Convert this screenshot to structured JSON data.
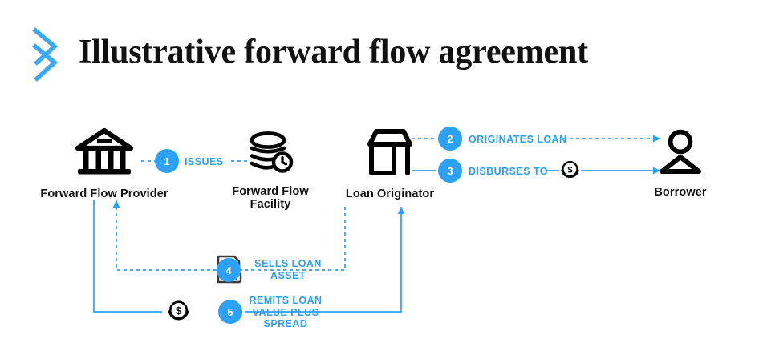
{
  "header": {
    "logo_icon": "double-chevron-logo",
    "title": "Illustrative forward flow agreement"
  },
  "diagram": {
    "type": "process-flow",
    "accent_color": "#2BA1F7",
    "text_color": "#111111",
    "icon_color": "#000000",
    "nodes": [
      {
        "id": "forward-flow-provider",
        "label": "Forward Flow Provider",
        "icon": "bank-icon"
      },
      {
        "id": "forward-flow-facility",
        "label": "Forward Flow\nFacility",
        "icon": "coin-stack-clock-icon"
      },
      {
        "id": "loan-originator",
        "label": "Loan Originator",
        "icon": "storefront-icon"
      },
      {
        "id": "borrower",
        "label": "Borrower",
        "icon": "person-icon"
      }
    ],
    "steps": [
      {
        "number": "1",
        "label": "ISSUES",
        "from": "forward-flow-provider",
        "to": "forward-flow-facility",
        "line": "dashed",
        "icon": null
      },
      {
        "number": "2",
        "label": "ORIGINATES LOAN",
        "from": "loan-originator",
        "to": "borrower",
        "line": "dashed",
        "icon": null
      },
      {
        "number": "3",
        "label": "DISBURSES TO",
        "from": "loan-originator",
        "to": "borrower",
        "line": "solid",
        "icon": "dollar-coin-icon"
      },
      {
        "number": "4",
        "label": "SELLS LOAN\nASSET",
        "from": "loan-originator",
        "to": "forward-flow-provider",
        "line": "dashed",
        "icon": "document-lock-icon"
      },
      {
        "number": "5",
        "label": "REMITS LOAN\nVALUE PLUS\nSPREAD",
        "from": "forward-flow-provider",
        "to": "loan-originator",
        "line": "solid",
        "icon": "dollar-coin-icon"
      }
    ]
  }
}
